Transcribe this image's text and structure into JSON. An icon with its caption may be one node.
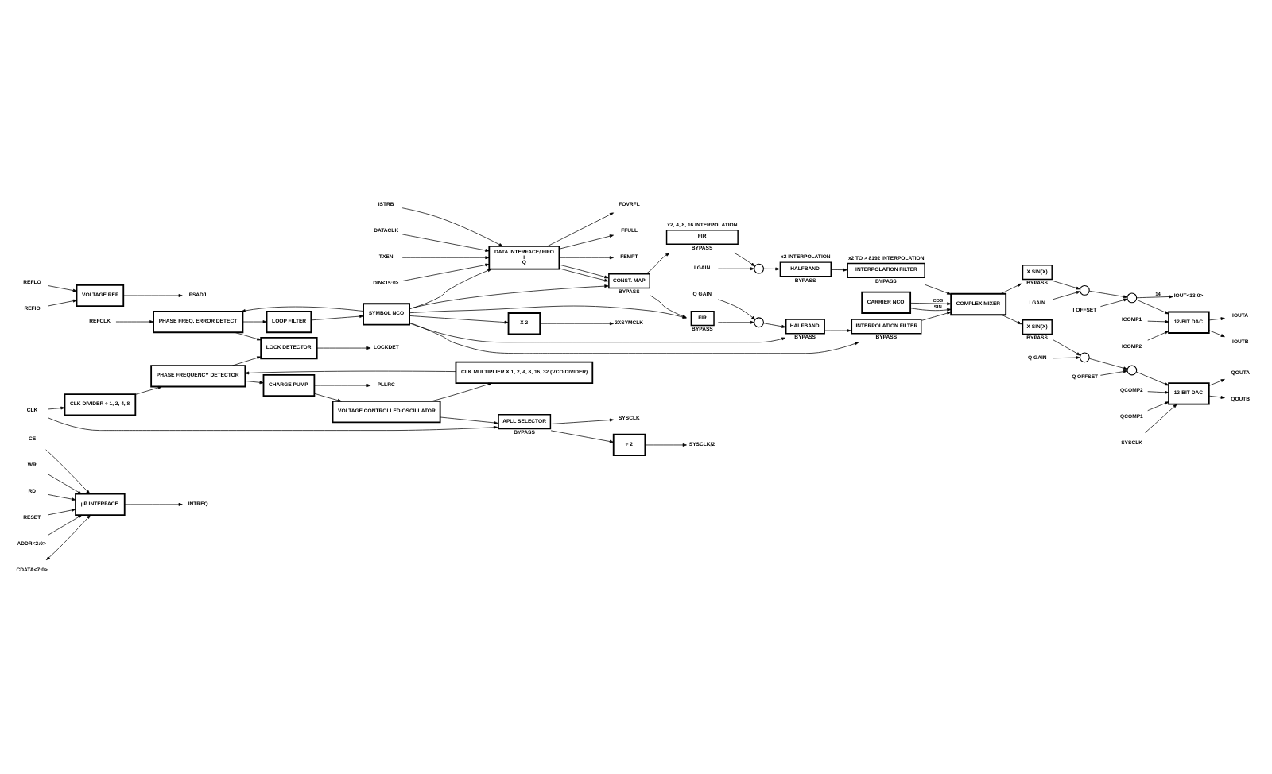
{
  "diagram": {
    "nodes": [
      {
        "text": [
          "µP INTERFACE"
        ]
      },
      {
        "text": [
          "CE"
        ]
      },
      {
        "text": [
          "WR"
        ]
      },
      {
        "text": [
          "RD"
        ]
      },
      {
        "text": [
          "RESET"
        ]
      },
      {
        "text": [
          "ADDR<2:0>"
        ]
      },
      {
        "text": [
          "CDATA<7:0>"
        ]
      },
      {
        "text": [
          "INTREQ"
        ]
      },
      {
        "text": [
          "DATA INTERFACE/ FIFO",
          "I",
          "Q"
        ]
      },
      {
        "text": [
          "DIN<15:0>"
        ]
      },
      {
        "text": [
          "ISTRB"
        ]
      },
      {
        "text": [
          "DATACLK"
        ]
      },
      {
        "text": [
          "TXEN"
        ]
      },
      {
        "text": [
          "FEMPT"
        ]
      },
      {
        "text": [
          "FOVRFL"
        ]
      },
      {
        "text": [
          "FFULL"
        ]
      },
      {
        "text": [
          "CONST. MAP"
        ],
        "beside": [
          "BYPASS"
        ]
      },
      {
        "text": [
          "FIR"
        ],
        "beside": [
          "x2, 4, 8, 16 INTERPOLATION",
          "BYPASS"
        ]
      },
      {
        "text": [
          "I GAIN"
        ]
      },
      {
        "text": [],
        "shape": "circle"
      },
      {
        "text": [
          "HALFBAND"
        ],
        "beside": [
          "x2 INTERPOLATION",
          "BYPASS"
        ]
      },
      {
        "text": [
          "INTERPOLATION FILTER"
        ],
        "beside": [
          "x2 TO > 8192 INTERPOLATION",
          "BYPASS"
        ]
      },
      {
        "text": [
          "CARRIER NCO"
        ]
      },
      {
        "text": [
          "COMPLEX MIXER"
        ]
      },
      {
        "text": [
          "X SIN(X)"
        ],
        "beside": [
          "BYPASS"
        ]
      },
      {
        "text": [
          "I GAIN"
        ]
      },
      {
        "text": [],
        "shape": "circle"
      },
      {
        "text": [
          "I OFFSET"
        ]
      },
      {
        "text": [],
        "shape": "circle"
      },
      {
        "text": [
          "12-BIT DAC"
        ]
      },
      {
        "text": [
          "IOUT<13:0>"
        ]
      },
      {
        "text": [
          "IOUTA"
        ]
      },
      {
        "text": [
          "IOUTB"
        ]
      },
      {
        "text": [
          "ICOMP1"
        ]
      },
      {
        "text": [
          "ICOMP2"
        ]
      },
      {
        "text": [
          "FIR"
        ],
        "beside": [
          "BYPASS"
        ]
      },
      {
        "text": [
          "Q GAIN"
        ]
      },
      {
        "text": [],
        "shape": "circle"
      },
      {
        "text": [
          "HALFBAND"
        ],
        "beside": [
          "BYPASS"
        ]
      },
      {
        "text": [
          "INTERPOLATION FILTER"
        ],
        "beside": [
          "BYPASS"
        ]
      },
      {
        "text": [
          "X SIN(X)"
        ],
        "beside": [
          "BYPASS"
        ]
      },
      {
        "text": [
          "Q GAIN"
        ]
      },
      {
        "text": [],
        "shape": "circle"
      },
      {
        "text": [
          "Q OFFSET"
        ]
      },
      {
        "text": [],
        "shape": "circle"
      },
      {
        "text": [
          "12-BIT DAC"
        ]
      },
      {
        "text": [
          "QCOMP2"
        ]
      },
      {
        "text": [
          "QCOMP1"
        ]
      },
      {
        "text": [
          "QOUTA"
        ]
      },
      {
        "text": [
          "QOUTB"
        ]
      },
      {
        "text": [
          "SYSCLK"
        ]
      },
      {
        "text": [
          "X 2"
        ]
      },
      {
        "text": [
          "2XSYMCLK"
        ]
      },
      {
        "text": [
          "PHASE FREQ. ERROR DETECT"
        ]
      },
      {
        "text": [
          "REFCLK"
        ]
      },
      {
        "text": [
          "LOOP FILTER"
        ]
      },
      {
        "text": [
          "SYMBOL NCO"
        ]
      },
      {
        "text": [
          "LOCK DETECTOR"
        ]
      },
      {
        "text": [
          "LOCKDET"
        ]
      },
      {
        "text": [
          "CLK DIVIDER ÷ 1, 2, 4, 8"
        ]
      },
      {
        "text": [
          "PHASE FREQUENCY DETECTOR"
        ]
      },
      {
        "text": [
          "CHARGE PUMP"
        ]
      },
      {
        "text": [
          "PLLRC"
        ]
      },
      {
        "text": [
          "VOLTAGE REF"
        ]
      },
      {
        "text": [
          "REFLO"
        ]
      },
      {
        "text": [
          "REFIO"
        ]
      },
      {
        "text": [
          "FSADJ"
        ]
      },
      {
        "text": [
          "CLK MULTIPLIER X 1, 2, 4, 8, 16, 32 (VCO DIVIDER)"
        ]
      },
      {
        "text": [
          "VOLTAGE CONTROLLED OSCILLATOR"
        ]
      },
      {
        "text": [
          "÷ 2"
        ]
      },
      {
        "text": [
          "SYSCLK"
        ]
      },
      {
        "text": [
          "APLL SELECTOR"
        ],
        "beside": [
          "BYPASS"
        ]
      },
      {
        "text": [
          "CLK"
        ]
      },
      {
        "text": [
          "SYSCLK/2"
        ]
      }
    ],
    "edges": [
      {
        "from": 1,
        "to": 0,
        "arrow": "to"
      },
      {
        "from": 2,
        "to": 0,
        "arrow": "to"
      },
      {
        "from": 3,
        "to": 0,
        "arrow": "to"
      },
      {
        "from": 4,
        "to": 0,
        "arrow": "to"
      },
      {
        "from": 5,
        "to": 0,
        "arrow": "to"
      },
      {
        "from": 6,
        "to": 0,
        "arrow": "both"
      },
      {
        "from": 0,
        "to": 7,
        "arrow": "to"
      },
      {
        "from": 9,
        "to": 8,
        "arrow": "to"
      },
      {
        "from": 10,
        "to": 8,
        "arrow": "to"
      },
      {
        "from": 11,
        "to": 8,
        "arrow": "to"
      },
      {
        "from": 12,
        "to": 8,
        "arrow": "to"
      },
      {
        "from": 8,
        "to": 13,
        "arrow": "to"
      },
      {
        "from": 8,
        "to": 14,
        "arrow": "to"
      },
      {
        "from": 8,
        "to": 15,
        "arrow": "to"
      },
      {
        "from": 8,
        "to": 16,
        "arrow": "to"
      },
      {
        "from": 8,
        "to": 16,
        "arrow": "to"
      },
      {
        "from": 16,
        "to": 17,
        "arrow": "to"
      },
      {
        "from": 17,
        "to": 19,
        "arrow": "to"
      },
      {
        "from": 18,
        "to": 19,
        "arrow": "to"
      },
      {
        "from": 19,
        "to": 20,
        "arrow": "to"
      },
      {
        "from": 20,
        "to": 21,
        "arrow": "to"
      },
      {
        "from": 21,
        "to": 23,
        "arrow": "to"
      },
      {
        "from": 22,
        "to": 23,
        "arrow": "to",
        "label": "COS"
      },
      {
        "from": 22,
        "to": 23,
        "arrow": "to",
        "label": "SIN"
      },
      {
        "from": 23,
        "to": 24,
        "arrow": "to"
      },
      {
        "from": 24,
        "to": 26,
        "arrow": "to"
      },
      {
        "from": 25,
        "to": 26,
        "arrow": "to"
      },
      {
        "from": 26,
        "to": 28,
        "arrow": "to"
      },
      {
        "from": 27,
        "to": 28,
        "arrow": "to"
      },
      {
        "from": 28,
        "to": 29,
        "arrow": "to"
      },
      {
        "from": 28,
        "to": 30,
        "arrow": "to",
        "label": "14"
      },
      {
        "from": 29,
        "to": 31,
        "arrow": "to"
      },
      {
        "from": 29,
        "to": 32,
        "arrow": "to"
      },
      {
        "from": 33,
        "to": 29,
        "arrow": "to"
      },
      {
        "from": 34,
        "to": 29,
        "arrow": "to"
      },
      {
        "from": 16,
        "to": 35,
        "arrow": "to"
      },
      {
        "from": 35,
        "to": 37,
        "arrow": "to"
      },
      {
        "from": 36,
        "to": 37,
        "arrow": "to"
      },
      {
        "from": 37,
        "to": 38,
        "arrow": "to"
      },
      {
        "from": 38,
        "to": 39,
        "arrow": "to"
      },
      {
        "from": 39,
        "to": 23,
        "arrow": "to"
      },
      {
        "from": 23,
        "to": 40,
        "arrow": "to"
      },
      {
        "from": 40,
        "to": 42,
        "arrow": "to"
      },
      {
        "from": 41,
        "to": 42,
        "arrow": "to"
      },
      {
        "from": 42,
        "to": 44,
        "arrow": "to"
      },
      {
        "from": 43,
        "to": 44,
        "arrow": "to"
      },
      {
        "from": 44,
        "to": 45,
        "arrow": "to"
      },
      {
        "from": 46,
        "to": 45,
        "arrow": "to"
      },
      {
        "from": 47,
        "to": 45,
        "arrow": "to"
      },
      {
        "from": 45,
        "to": 48,
        "arrow": "to"
      },
      {
        "from": 45,
        "to": 49,
        "arrow": "to"
      },
      {
        "from": 50,
        "to": 45,
        "arrow": "to"
      },
      {
        "from": 56,
        "to": 8,
        "arrow": "to"
      },
      {
        "from": 56,
        "to": 16,
        "arrow": "to"
      },
      {
        "from": 56,
        "to": 35,
        "arrow": "to"
      },
      {
        "from": 56,
        "to": 38,
        "arrow": "to"
      },
      {
        "from": 56,
        "to": 39,
        "arrow": "to"
      },
      {
        "from": 56,
        "to": 51,
        "arrow": "to"
      },
      {
        "from": 51,
        "to": 52,
        "arrow": "to"
      },
      {
        "from": 56,
        "to": 53,
        "arrow": "to"
      },
      {
        "from": 54,
        "to": 53,
        "arrow": "to"
      },
      {
        "from": 53,
        "to": 55,
        "arrow": "to"
      },
      {
        "from": 55,
        "to": 56,
        "arrow": "to"
      },
      {
        "from": 53,
        "to": 57,
        "arrow": "to"
      },
      {
        "from": 57,
        "to": 58,
        "arrow": "to"
      },
      {
        "from": 60,
        "to": 57,
        "arrow": "to"
      },
      {
        "from": 59,
        "to": 60,
        "arrow": "to"
      },
      {
        "from": 60,
        "to": 61,
        "arrow": "to"
      },
      {
        "from": 61,
        "to": 62,
        "arrow": "to"
      },
      {
        "from": 61,
        "to": 68,
        "arrow": "to"
      },
      {
        "from": 68,
        "to": 67,
        "arrow": "to"
      },
      {
        "from": 67,
        "to": 60,
        "arrow": "to"
      },
      {
        "from": 64,
        "to": 63,
        "arrow": "to"
      },
      {
        "from": 65,
        "to": 63,
        "arrow": "to"
      },
      {
        "from": 63,
        "to": 66,
        "arrow": "to"
      },
      {
        "from": 68,
        "to": 71,
        "arrow": "to"
      },
      {
        "from": 72,
        "to": 71,
        "arrow": "to"
      },
      {
        "from": 72,
        "to": 59,
        "arrow": "to"
      },
      {
        "from": 71,
        "to": 69,
        "arrow": "to"
      },
      {
        "from": 71,
        "to": 70,
        "arrow": "to"
      },
      {
        "from": 69,
        "to": 73,
        "arrow": "to"
      }
    ]
  }
}
